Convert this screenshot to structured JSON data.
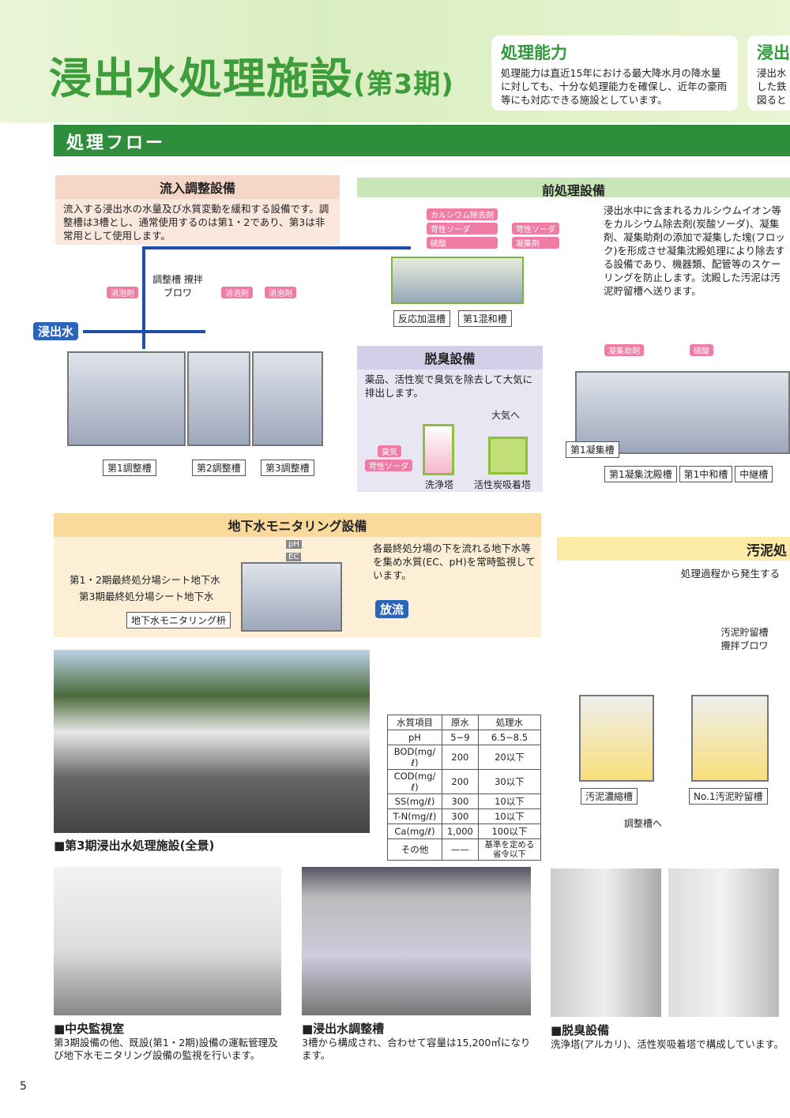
{
  "title": {
    "main": "浸出水処理施設",
    "sub": "(第3期)"
  },
  "capacity": {
    "heading": "処理能力",
    "text": "処理能力は直近15年における最大降水月の降水量に対しても、十分な処理能力を確保し、近年の豪雨等にも対応できる施設としています。"
  },
  "cutoff_box": {
    "heading": "浸出",
    "text": "浸出水 した鉄 図ると"
  },
  "flow_heading": "処理フロー",
  "inflow": {
    "heading": "流入調整設備",
    "text": "流入する浸出水の水量及び水質変動を緩和する設備です。調整槽は3槽とし、通常使用するのは第1・2であり、第3は非常用として使用します。",
    "input": "浸出水",
    "blower": "調整槽 攪拌ブロワ",
    "chems": [
      "消泡剤",
      "消泡剤",
      "消泡剤"
    ],
    "tanks": [
      "第1調整槽",
      "第2調整槽",
      "第3調整槽"
    ]
  },
  "pre": {
    "heading": "前処理設備",
    "text": "浸出水中に含まれるカルシウムイオン等をカルシウム除去剤(炭酸ソーダ)、凝集剤、凝集助剤の添加で凝集した塊(フロック)を形成させ凝集沈殿処理により除去する設備であり、機器類、配管等のスケーリングを防止します。沈殿した汚泥は汚泥貯留槽へ送ります。",
    "chems1": [
      "カルシウム除去剤",
      "苛性ソーダ",
      "硫酸"
    ],
    "chems2": [
      "苛性ソーダ",
      "凝集剤"
    ],
    "tanks1": [
      "反応加温槽",
      "第1混和槽"
    ],
    "chems3": [
      "凝集助剤",
      "硫酸"
    ],
    "tanks2": [
      "第1凝集槽",
      "第1凝集沈殿槽",
      "第1中和槽",
      "中継槽"
    ]
  },
  "deodor": {
    "heading": "脱臭設備",
    "text": "薬品、活性炭で臭気を除去して大気に排出します。",
    "to_air": "大気へ",
    "chems": [
      "臭気",
      "苛性ソーダ"
    ],
    "towers": [
      "洗浄塔",
      "活性炭吸着塔"
    ]
  },
  "ground": {
    "heading": "地下水モニタリング設備",
    "text": "各最終処分場の下を流れる地下水等を集め水質(EC、pH)を常時監視しています。",
    "inputs": [
      "第1・2期最終処分場シート地下水",
      "第3期最終処分場シート地下水"
    ],
    "sensors": [
      "pH",
      "EC"
    ],
    "pit": "地下水モニタリング枡",
    "discharge": "放流"
  },
  "sludge": {
    "heading": "汚泥処",
    "text": "処理過程から発生する",
    "blower": "汚泥貯留槽 攪拌ブロワ",
    "tanks": [
      "汚泥濃縮槽",
      "No.1汚泥貯留槽"
    ],
    "return": "調整槽へ"
  },
  "quality": {
    "headers": [
      "水質項目",
      "原水",
      "処理水"
    ],
    "rows": [
      [
        "pH",
        "5~9",
        "6.5~8.5"
      ],
      [
        "BOD(mg/ℓ)",
        "200",
        "20以下"
      ],
      [
        "COD(mg/ℓ)",
        "200",
        "30以下"
      ],
      [
        "SS(mg/ℓ)",
        "300",
        "10以下"
      ],
      [
        "T-N(mg/ℓ)",
        "300",
        "10以下"
      ],
      [
        "Ca(mg/ℓ)",
        "1,000",
        "100以下"
      ],
      [
        "その他",
        "——",
        "基準を定める省令以下"
      ]
    ]
  },
  "photos": {
    "overview": "■第3期浸出水処理施設(全景)",
    "control": {
      "title": "■中央監視室",
      "text": "第3期設備の他、既設(第1・2期)設備の運転管理及び地下水モニタリング設備の監視を行います。"
    },
    "tank": {
      "title": "■浸出水調整槽",
      "text": "3槽から構成され、合わせて容量は15,200㎥になります。"
    },
    "deo": {
      "title": "■脱臭設備",
      "text": "洗浄塔(アルカリ)、活性炭吸着塔で構成しています。"
    }
  },
  "page_number": "5"
}
